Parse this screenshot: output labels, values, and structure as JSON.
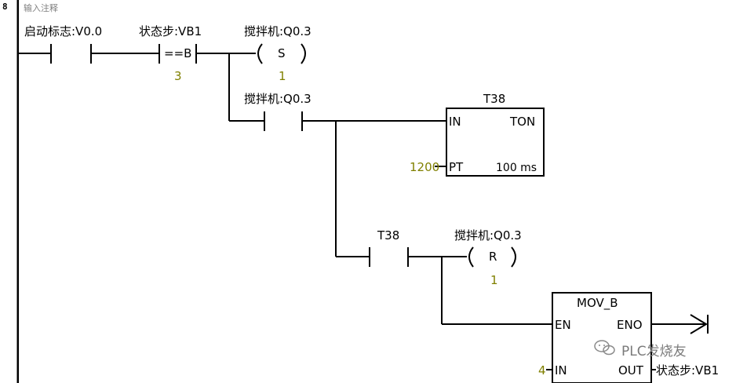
{
  "network": {
    "number": "8",
    "comment": "输入注释"
  },
  "rung": {
    "contact_start": "启动标志:V0.0",
    "compare_label": "状态步:VB1",
    "compare_op": "==B",
    "compare_value": "3",
    "set_coil_label": "搅拌机:Q0.3",
    "set_coil_op": "S",
    "set_coil_count": "1",
    "contact_mixer": "搅拌机:Q0.3",
    "timer_name": "T38",
    "timer_type": "TON",
    "timer_in": "IN",
    "timer_pt": "PT",
    "timer_pt_value": "1200",
    "timer_base": "100 ms",
    "contact_t38": "T38",
    "reset_coil_label": "搅拌机:Q0.3",
    "reset_coil_op": "R",
    "reset_coil_count": "1",
    "mov_name": "MOV_B",
    "mov_en": "EN",
    "mov_eno": "ENO",
    "mov_in": "IN",
    "mov_out": "OUT",
    "mov_in_value": "4",
    "mov_out_target": "状态步:VB1"
  },
  "watermark": {
    "text": "PLC发烧友",
    "icon": "wechat-icon"
  }
}
